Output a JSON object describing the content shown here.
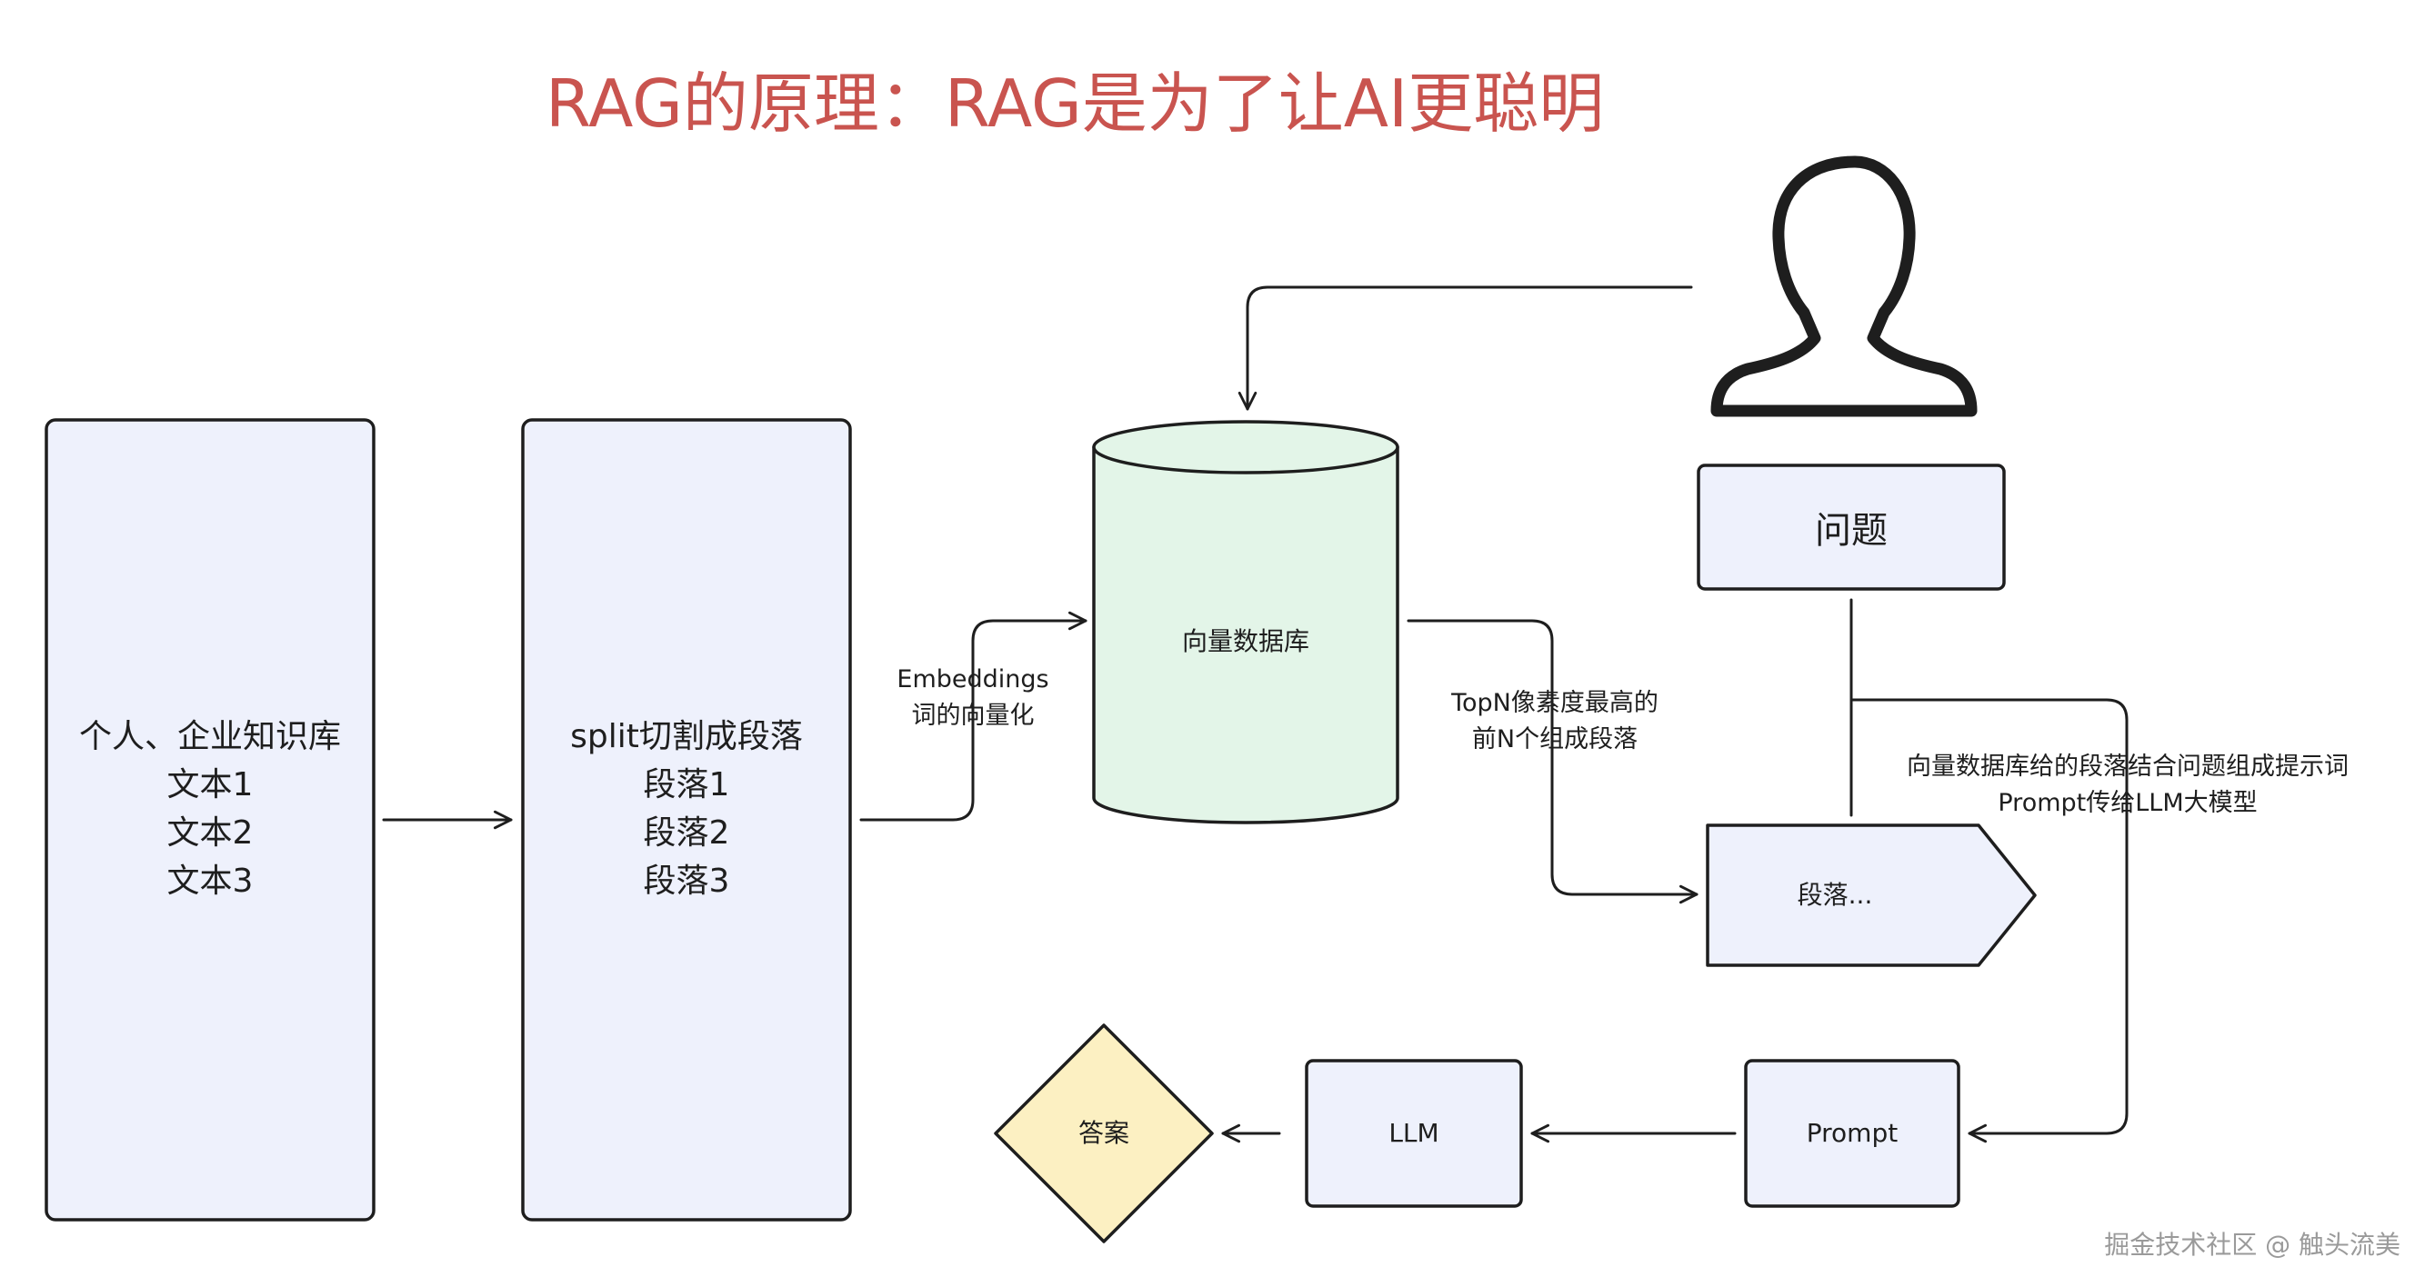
{
  "title": "RAG的原理：RAG是为了让AI更聪明",
  "nodes": {
    "knowledge_base": {
      "lines": [
        "个人、企业知识库",
        "文本1",
        "文本2",
        "文本3"
      ]
    },
    "split": {
      "lines": [
        "split切割成段落",
        "段落1",
        "段落2",
        "段落3"
      ]
    },
    "vector_db": {
      "label": "向量数据库"
    },
    "question": {
      "label": "问题"
    },
    "paragraph": {
      "label": "段落..."
    },
    "prompt": {
      "label": "Prompt"
    },
    "llm": {
      "label": "LLM"
    },
    "answer": {
      "label": "答案"
    }
  },
  "edge_labels": {
    "embeddings": [
      "Embeddings",
      "词的向量化"
    ],
    "topn": [
      "TopN像素度最高的",
      "前N个组成段落"
    ],
    "combine": [
      "向量数据库给的段落结合问题组成提示词",
      "Prompt传给LLM大模型"
    ]
  },
  "watermark": "掘金技术社区 @ 触头流美",
  "colors": {
    "title": "#c9544f",
    "panel_fill": "#eef1fc",
    "db_fill": "#e3f5e8",
    "answer_fill": "#fcf0c2",
    "stroke": "#1e1e1e"
  }
}
